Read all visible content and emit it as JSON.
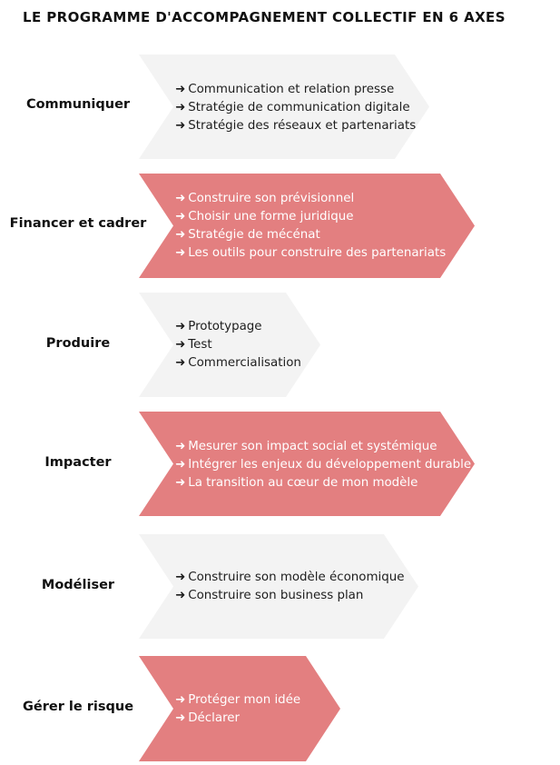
{
  "title": "LE PROGRAMME D'ACCOMPAGNEMENT COLLECTIF EN 6 AXES",
  "colors": {
    "grey_block": "#f3f3f3",
    "pink_block": "#e37f80",
    "dark_text": "#1d1d1d",
    "light_text": "#ffffff"
  },
  "axes": [
    {
      "label": "Communiquer",
      "style": "grey",
      "items": [
        "Communication et relation presse",
        "Stratégie de communication digitale",
        "Stratégie des réseaux et partenariats"
      ]
    },
    {
      "label": "Financer et cadrer",
      "style": "pink",
      "items": [
        "Construire son prévisionnel",
        "Choisir une forme juridique",
        "Stratégie de mécénat",
        "Les outils pour construire des partenariats"
      ]
    },
    {
      "label": "Produire",
      "style": "grey",
      "items": [
        "Prototypage",
        "Test",
        "Commercialisation"
      ]
    },
    {
      "label": "Impacter",
      "style": "pink",
      "items": [
        "Mesurer son impact social et systémique",
        "Intégrer les enjeux du développement durable",
        "La transition au cœur de mon modèle"
      ]
    },
    {
      "label": "Modéliser",
      "style": "grey",
      "items": [
        "Construire son modèle économique",
        "Construire son business plan"
      ]
    },
    {
      "label": "Gérer le risque",
      "style": "pink",
      "items": [
        "Protéger mon idée",
        "Déclarer"
      ]
    }
  ],
  "arrow_glyph": "➜"
}
